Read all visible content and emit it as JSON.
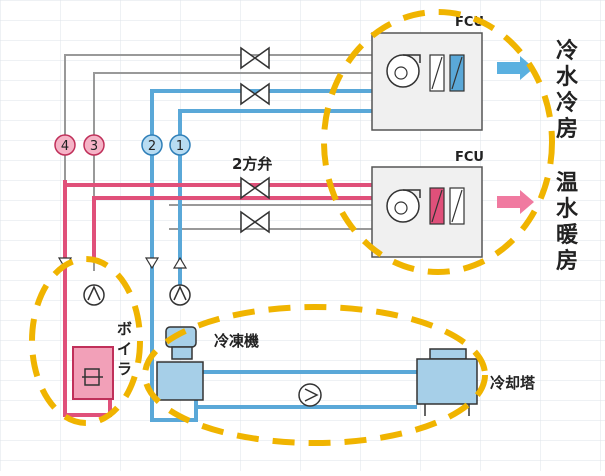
{
  "labels": {
    "fcu_top": "FCU",
    "fcu_bottom": "FCU",
    "valve": "2方弁",
    "chiller": "冷凍機",
    "boiler": "ボイラ",
    "tower": "冷却塔",
    "cooling": [
      "冷",
      "水",
      "冷",
      "房"
    ],
    "heating": [
      "温",
      "水",
      "暖",
      "房"
    ]
  },
  "pipe_numbers": [
    "4",
    "3",
    "2",
    "1"
  ],
  "colors": {
    "chilled_water": "#5aa8d8",
    "hot_water": "#e0507a",
    "return_gray": "#999999",
    "highlight": "#f0b400",
    "boiler_fill": "#f2a0b8",
    "equipment_fill": "#a6cfe8",
    "cool_arrow": "#5ab0e0",
    "heat_arrow": "#f07aa0"
  }
}
